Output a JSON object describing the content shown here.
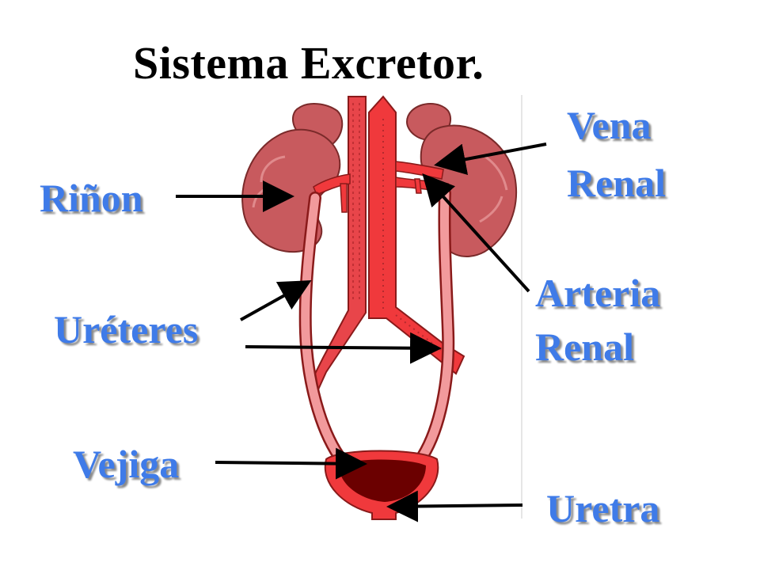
{
  "title": "Sistema Excretor.",
  "labels": {
    "rinon": "Riñon",
    "ureteres": "Uréteres",
    "vejiga": "Vejiga",
    "vena_1": "Vena",
    "vena_2": "Renal",
    "arteria_1": "Arteria",
    "arteria_2": "Renal",
    "uretra": "Uretra"
  },
  "colors": {
    "label_text": "#3f7be8",
    "organ_fill": "#c85a5e",
    "vessel_red": "#f0393c",
    "bladder_dark": "#6b0000",
    "arrow": "#000000"
  }
}
